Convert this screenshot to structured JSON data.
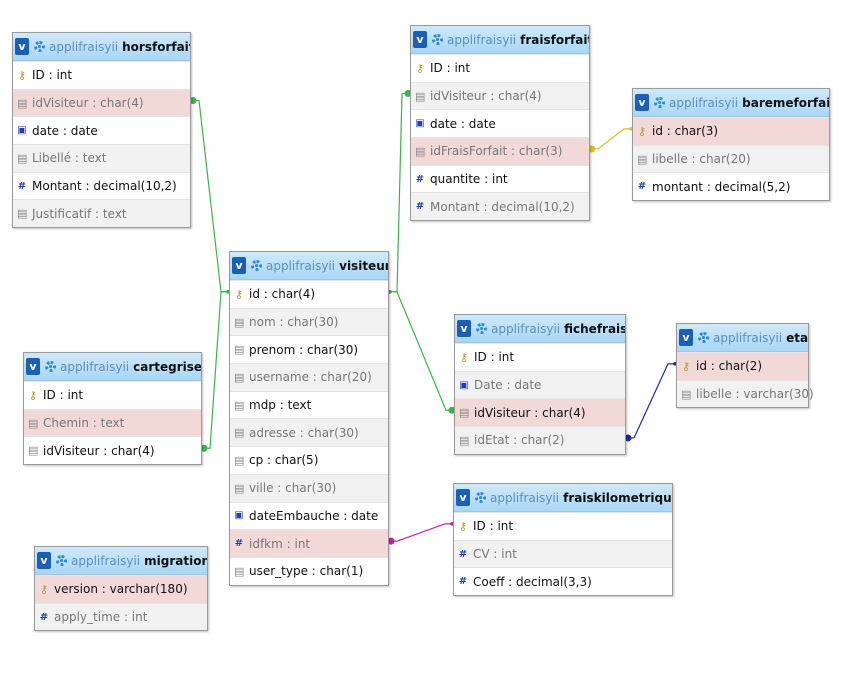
{
  "tables": [
    {
      "id": "horsforfait",
      "db": "applifraisyii",
      "name": "horsforfait",
      "fields": [
        {
          "label": "ID : int",
          "icon": "key-icon",
          "style": "plain",
          "tone": "dark"
        },
        {
          "label": "idVisiteur : char(4)",
          "icon": "text-icon",
          "style": "hl",
          "tone": "dim"
        },
        {
          "label": "date : date",
          "icon": "date-icon",
          "style": "plain",
          "tone": "dark"
        },
        {
          "label": "Libellé : text",
          "icon": "text-icon",
          "style": "alt",
          "tone": "dim"
        },
        {
          "label": "Montant : decimal(10,2)",
          "icon": "numeric-icon",
          "style": "plain",
          "tone": "dark"
        },
        {
          "label": "Justificatif : text",
          "icon": "text-icon",
          "style": "alt",
          "tone": "dim"
        }
      ]
    },
    {
      "id": "fraisforfait",
      "db": "applifraisyii",
      "name": "fraisforfait",
      "fields": [
        {
          "label": "ID : int",
          "icon": "key-icon",
          "style": "plain",
          "tone": "dark"
        },
        {
          "label": "idVisiteur : char(4)",
          "icon": "text-icon",
          "style": "alt",
          "tone": "dim"
        },
        {
          "label": "date : date",
          "icon": "date-icon",
          "style": "plain",
          "tone": "dark"
        },
        {
          "label": "idFraisForfait : char(3)",
          "icon": "text-icon",
          "style": "hl",
          "tone": "dim"
        },
        {
          "label": "quantite : int",
          "icon": "numeric-icon",
          "style": "plain",
          "tone": "dark"
        },
        {
          "label": "Montant : decimal(10,2)",
          "icon": "numeric-icon",
          "style": "alt",
          "tone": "dim"
        }
      ]
    },
    {
      "id": "baremeforfait",
      "db": "applifraisyii",
      "name": "baremeforfait",
      "fields": [
        {
          "label": "id : char(3)",
          "icon": "key-icon",
          "style": "hl",
          "tone": "dark"
        },
        {
          "label": "libelle : char(20)",
          "icon": "text-icon",
          "style": "alt",
          "tone": "dim"
        },
        {
          "label": "montant : decimal(5,2)",
          "icon": "numeric-icon",
          "style": "plain",
          "tone": "dark"
        }
      ]
    },
    {
      "id": "visiteur",
      "db": "applifraisyii",
      "name": "visiteur",
      "fields": [
        {
          "label": "id : char(4)",
          "icon": "key-icon",
          "style": "plain",
          "tone": "dark"
        },
        {
          "label": "nom : char(30)",
          "icon": "text-icon",
          "style": "alt",
          "tone": "dim"
        },
        {
          "label": "prenom : char(30)",
          "icon": "text-icon",
          "style": "plain",
          "tone": "dark"
        },
        {
          "label": "username : char(20)",
          "icon": "text-icon",
          "style": "alt",
          "tone": "dim"
        },
        {
          "label": "mdp : text",
          "icon": "text-icon",
          "style": "plain",
          "tone": "dark"
        },
        {
          "label": "adresse : char(30)",
          "icon": "text-icon",
          "style": "alt",
          "tone": "dim"
        },
        {
          "label": "cp : char(5)",
          "icon": "text-icon",
          "style": "plain",
          "tone": "dark"
        },
        {
          "label": "ville : char(30)",
          "icon": "text-icon",
          "style": "alt",
          "tone": "dim"
        },
        {
          "label": "dateEmbauche : date",
          "icon": "date-icon",
          "style": "plain",
          "tone": "dark"
        },
        {
          "label": "idfkm : int",
          "icon": "numeric-icon",
          "style": "hl",
          "tone": "dim"
        },
        {
          "label": "user_type : char(1)",
          "icon": "text-icon",
          "style": "plain",
          "tone": "dark"
        }
      ]
    },
    {
      "id": "cartegrise",
      "db": "applifraisyii",
      "name": "cartegrise",
      "fields": [
        {
          "label": "ID : int",
          "icon": "key-icon",
          "style": "plain",
          "tone": "dark"
        },
        {
          "label": "Chemin : text",
          "icon": "text-icon",
          "style": "hl",
          "tone": "dim"
        },
        {
          "label": "idVisiteur : char(4)",
          "icon": "text-icon",
          "style": "plain",
          "tone": "dark"
        }
      ]
    },
    {
      "id": "fichefrais",
      "db": "applifraisyii",
      "name": "fichefrais",
      "fields": [
        {
          "label": "ID : int",
          "icon": "key-icon",
          "style": "plain",
          "tone": "dark"
        },
        {
          "label": "Date : date",
          "icon": "date-icon",
          "style": "alt",
          "tone": "dim"
        },
        {
          "label": "idVisiteur : char(4)",
          "icon": "text-icon",
          "style": "hl",
          "tone": "dark"
        },
        {
          "label": "idEtat : char(2)",
          "icon": "text-icon",
          "style": "alt",
          "tone": "dim"
        }
      ]
    },
    {
      "id": "etat",
      "db": "applifraisyii",
      "name": "etat",
      "fields": [
        {
          "label": "id : char(2)",
          "icon": "key-icon",
          "style": "hl",
          "tone": "dark"
        },
        {
          "label": "libelle : varchar(30)",
          "icon": "text-icon",
          "style": "alt",
          "tone": "dim"
        }
      ]
    },
    {
      "id": "fraiskilometrique",
      "db": "applifraisyii",
      "name": "fraiskilometrique",
      "fields": [
        {
          "label": "ID : int",
          "icon": "key-icon",
          "style": "plain",
          "tone": "dark"
        },
        {
          "label": "CV : int",
          "icon": "numeric-icon",
          "style": "alt",
          "tone": "dim"
        },
        {
          "label": "Coeff : decimal(3,3)",
          "icon": "numeric-icon",
          "style": "plain",
          "tone": "dark"
        }
      ]
    },
    {
      "id": "migration",
      "db": "applifraisyii",
      "name": "migration",
      "fields": [
        {
          "label": "version : varchar(180)",
          "icon": "key-icon",
          "style": "hl",
          "tone": "dark"
        },
        {
          "label": "apply_time : int",
          "icon": "numeric-icon",
          "style": "alt",
          "tone": "dim"
        }
      ]
    }
  ],
  "relations": [
    {
      "from": "horsforfait.idVisiteur",
      "to": "visiteur.id",
      "color": "#3cb44b"
    },
    {
      "from": "cartegrise.idVisiteur",
      "to": "visiteur.id",
      "color": "#3cb44b"
    },
    {
      "from": "fraisforfait.idVisiteur",
      "to": "visiteur.id",
      "color": "#3cb44b"
    },
    {
      "from": "fichefrais.idVisiteur",
      "to": "visiteur.id",
      "color": "#3cb44b"
    },
    {
      "from": "fraisforfait.idFraisForfait",
      "to": "baremeforfait.id",
      "color": "#d4c22a"
    },
    {
      "from": "fichefrais.idEtat",
      "to": "etat.id",
      "color": "#1a2c9c"
    },
    {
      "from": "visiteur.idfkm",
      "to": "fraiskilometrique.ID",
      "color": "#c01fb0"
    }
  ],
  "icon_glyphs": {
    "key-icon": "⚷",
    "text-icon": "▤",
    "numeric-icon": "#",
    "date-icon": "▣"
  },
  "header_button_label": "v"
}
